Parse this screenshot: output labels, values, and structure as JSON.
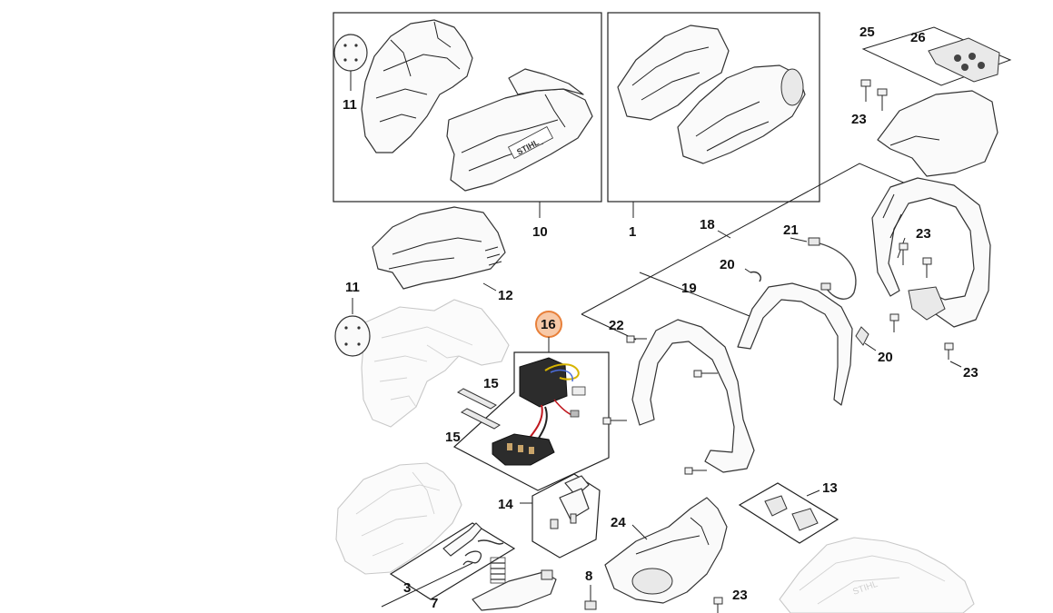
{
  "callouts": {
    "c1": "1",
    "c3": "3",
    "c7": "7",
    "c8": "8",
    "c10": "10",
    "c11a": "11",
    "c11b": "11",
    "c12": "12",
    "c13": "13",
    "c14": "14",
    "c15a": "15",
    "c15b": "15",
    "c16": "16",
    "c18": "18",
    "c19": "19",
    "c20a": "20",
    "c20b": "20",
    "c21": "21",
    "c22": "22",
    "c23a": "23",
    "c23b": "23",
    "c23c": "23",
    "c23d": "23",
    "c24": "24",
    "c25": "25",
    "c26": "26"
  },
  "housing_logo": "STIHL",
  "colors": {
    "highlight_fill": "#f7c9a8",
    "highlight_stroke": "#e8803a",
    "line": "#222222",
    "ghost": "#c8c8c8"
  }
}
